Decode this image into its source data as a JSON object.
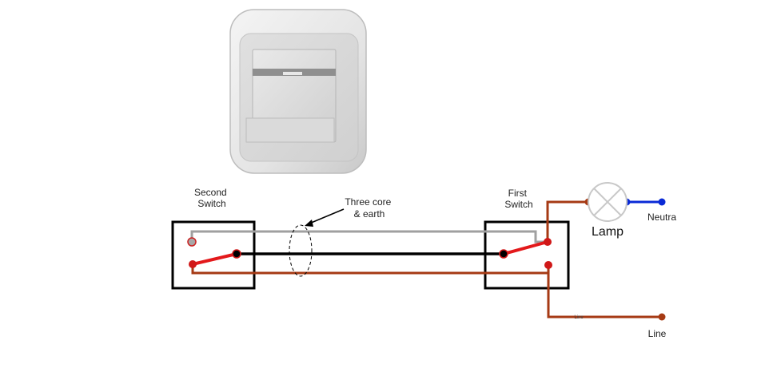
{
  "labels": {
    "second_switch": [
      "Second",
      "Switch"
    ],
    "first_switch": [
      "First",
      "Switch"
    ],
    "cable": [
      "Three core",
      "& earth"
    ],
    "lamp": "Lamp",
    "neutral": "Neutral",
    "line": "Line",
    "line_small": "Line"
  },
  "icons": {
    "switch_photo": "wall-light-switch-icon",
    "lamp": "lamp-symbol-icon"
  },
  "colors": {
    "earth": "#a0a0a0",
    "core_black": "#000000",
    "brown": "#a63a14",
    "switch_lever": "#e3191b",
    "neutral": "#0a2ad6",
    "box": "#000000"
  }
}
